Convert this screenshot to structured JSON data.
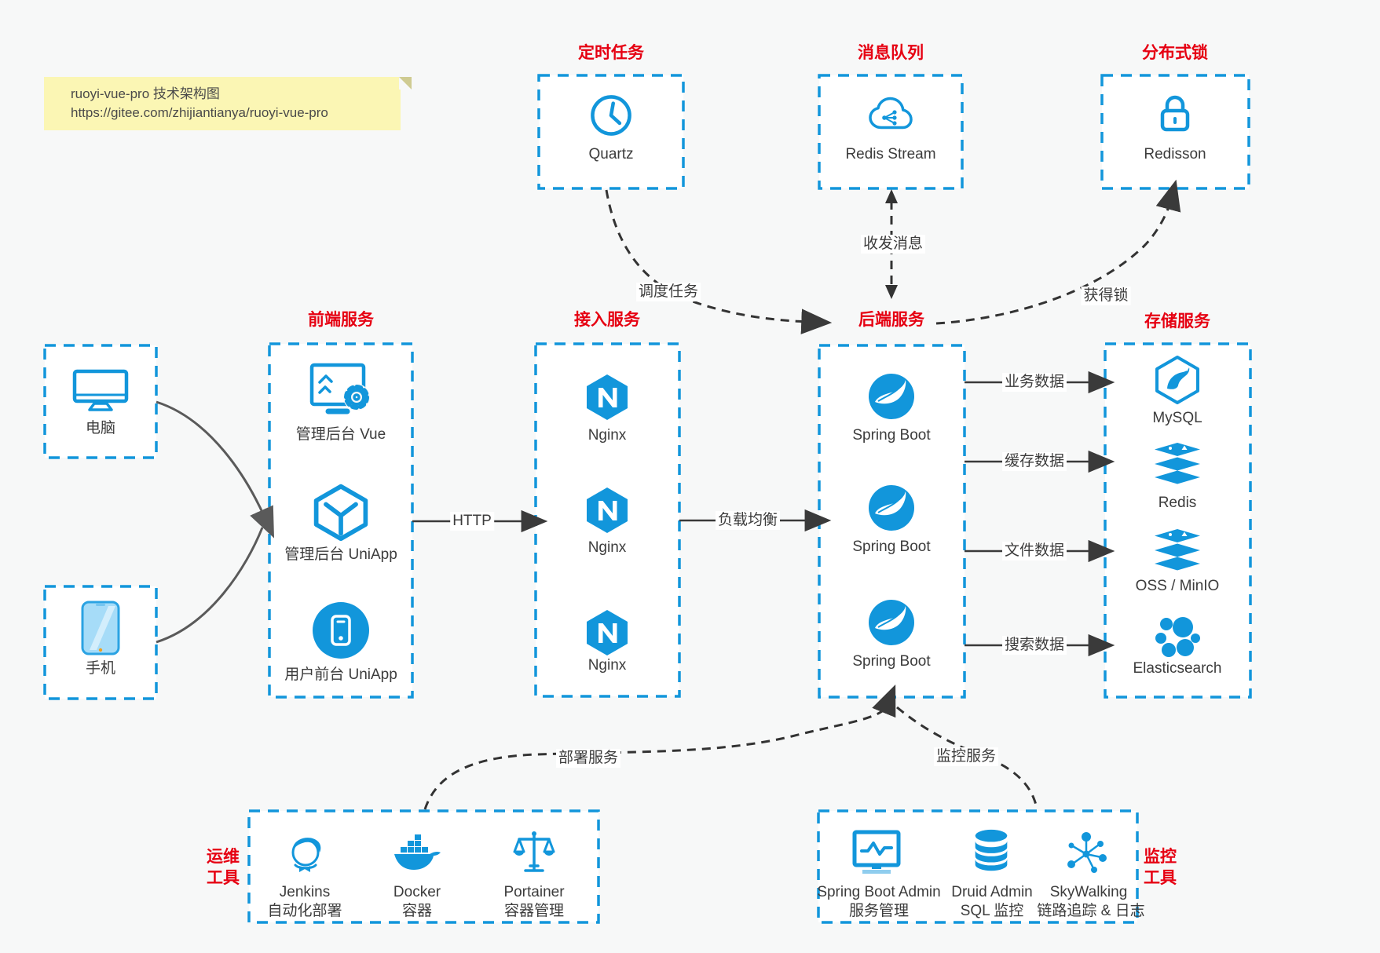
{
  "note": {
    "line1": "ruoyi-vue-pro 技术架构图",
    "line2": "https://gitee.com/zhijiantianya/ruoyi-vue-pro"
  },
  "colors": {
    "blue": "#1296db",
    "red": "#e60012",
    "line_dark": "#3a3a3a",
    "line_gray": "#5a5a5a",
    "bg": "#f7f8f8",
    "note_bg": "#fbf6b4"
  },
  "groups": {
    "scheduled": {
      "title": "定时任务",
      "node": "Quartz"
    },
    "mq": {
      "title": "消息队列",
      "node": "Redis Stream"
    },
    "lock": {
      "title": "分布式锁",
      "node": "Redisson"
    },
    "clients": {
      "pc": "电脑",
      "phone": "手机"
    },
    "frontend": {
      "title": "前端服务",
      "items": [
        {
          "label": "管理后台 Vue"
        },
        {
          "label": "管理后台 UniApp"
        },
        {
          "label": "用户前台 UniApp"
        }
      ]
    },
    "gateway": {
      "title": "接入服务",
      "items": [
        {
          "label": "Nginx"
        },
        {
          "label": "Nginx"
        },
        {
          "label": "Nginx"
        }
      ]
    },
    "backend": {
      "title": "后端服务",
      "items": [
        {
          "label": "Spring Boot"
        },
        {
          "label": "Spring Boot"
        },
        {
          "label": "Spring Boot"
        }
      ]
    },
    "storage": {
      "title": "存储服务",
      "items": [
        {
          "label": "MySQL"
        },
        {
          "label": "Redis"
        },
        {
          "label": "OSS / MinIO"
        },
        {
          "label": "Elasticsearch"
        }
      ]
    },
    "ops": {
      "title_line1": "运维",
      "title_line2": "工具",
      "items": [
        {
          "name": "Jenkins",
          "desc": "自动化部署"
        },
        {
          "name": "Docker",
          "desc": "容器"
        },
        {
          "name": "Portainer",
          "desc": "容器管理"
        }
      ]
    },
    "monitoring": {
      "title_line1": "监控",
      "title_line2": "工具",
      "items": [
        {
          "name": "Spring Boot Admin",
          "desc": "服务管理"
        },
        {
          "name": "Druid Admin",
          "desc": "SQL 监控"
        },
        {
          "name": "SkyWalking",
          "desc": "链路追踪 & 日志"
        }
      ]
    }
  },
  "edges": {
    "http": "HTTP",
    "load_balance": "负载均衡",
    "schedule_task": "调度任务",
    "send_receive_message": "收发消息",
    "acquire_lock": "获得锁",
    "business_data": "业务数据",
    "cache_data": "缓存数据",
    "file_data": "文件数据",
    "search_data": "搜索数据",
    "deploy_service": "部署服务",
    "monitor_service": "监控服务"
  }
}
